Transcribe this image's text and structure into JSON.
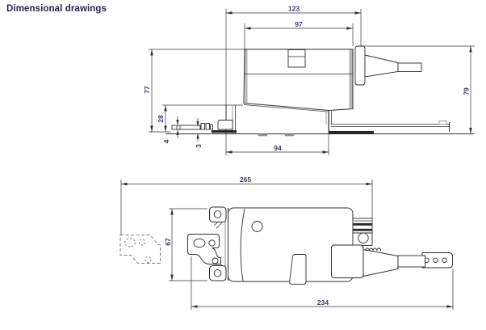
{
  "title": "Dimensional drawings",
  "colors": {
    "line": "#2e2e2e",
    "accent_gray": "#aab0b6",
    "dark_bar": "#26262b",
    "dim_text": "#383c60",
    "title_text": "#23264a",
    "background": "#ffffff"
  },
  "views": {
    "side_view": {
      "dims": {
        "width_overall": "123",
        "width_body": "97",
        "height_body": "77",
        "height_bracket": "28",
        "thickness_foot": "4",
        "gap_base": "3",
        "width_base": "94",
        "height_overall": "79"
      }
    },
    "top_view": {
      "dims": {
        "length_overall": "265",
        "width_body": "67",
        "length_extended": "234"
      }
    }
  }
}
